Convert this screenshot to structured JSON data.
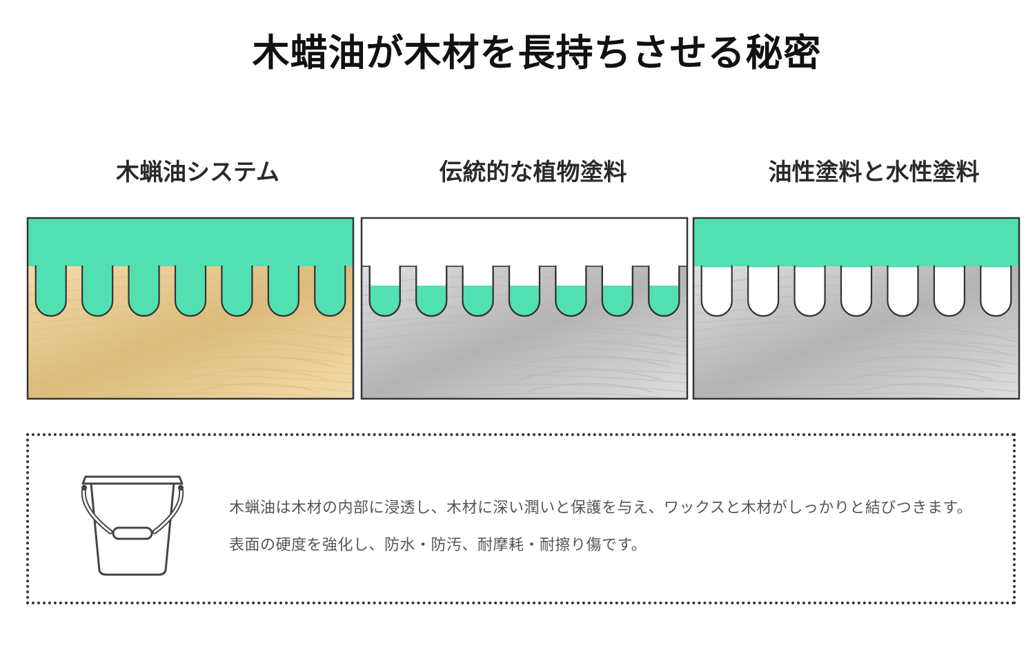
{
  "title": "木蜡油が木材を長持ちさせる秘密",
  "panels": [
    {
      "label": "木蝋油システム",
      "wood": "natural",
      "coating": "full-with-penetration"
    },
    {
      "label": "伝統的な植物塗料",
      "wood": "gray",
      "coating": "partial-in-pores"
    },
    {
      "label": "油性塗料と水性塗料",
      "wood": "gray",
      "coating": "surface-film-only"
    }
  ],
  "colors": {
    "coating": "#52e0b2",
    "natural_wood_light": "#f3dcaa",
    "natural_wood_dark": "#dcbb7c",
    "gray_wood_light": "#dedede",
    "gray_wood_dark": "#b4b4b4",
    "border": "#333333"
  },
  "info": {
    "icon": "bucket-icon",
    "line1": "木蝋油は木材の内部に浸透し、木材に深い潤いと保護を与え、ワックスと木材がしっかりと結びつきます。",
    "line2": "表面の硬度を強化し、防水・防汚、耐摩耗・耐擦り傷です。"
  }
}
